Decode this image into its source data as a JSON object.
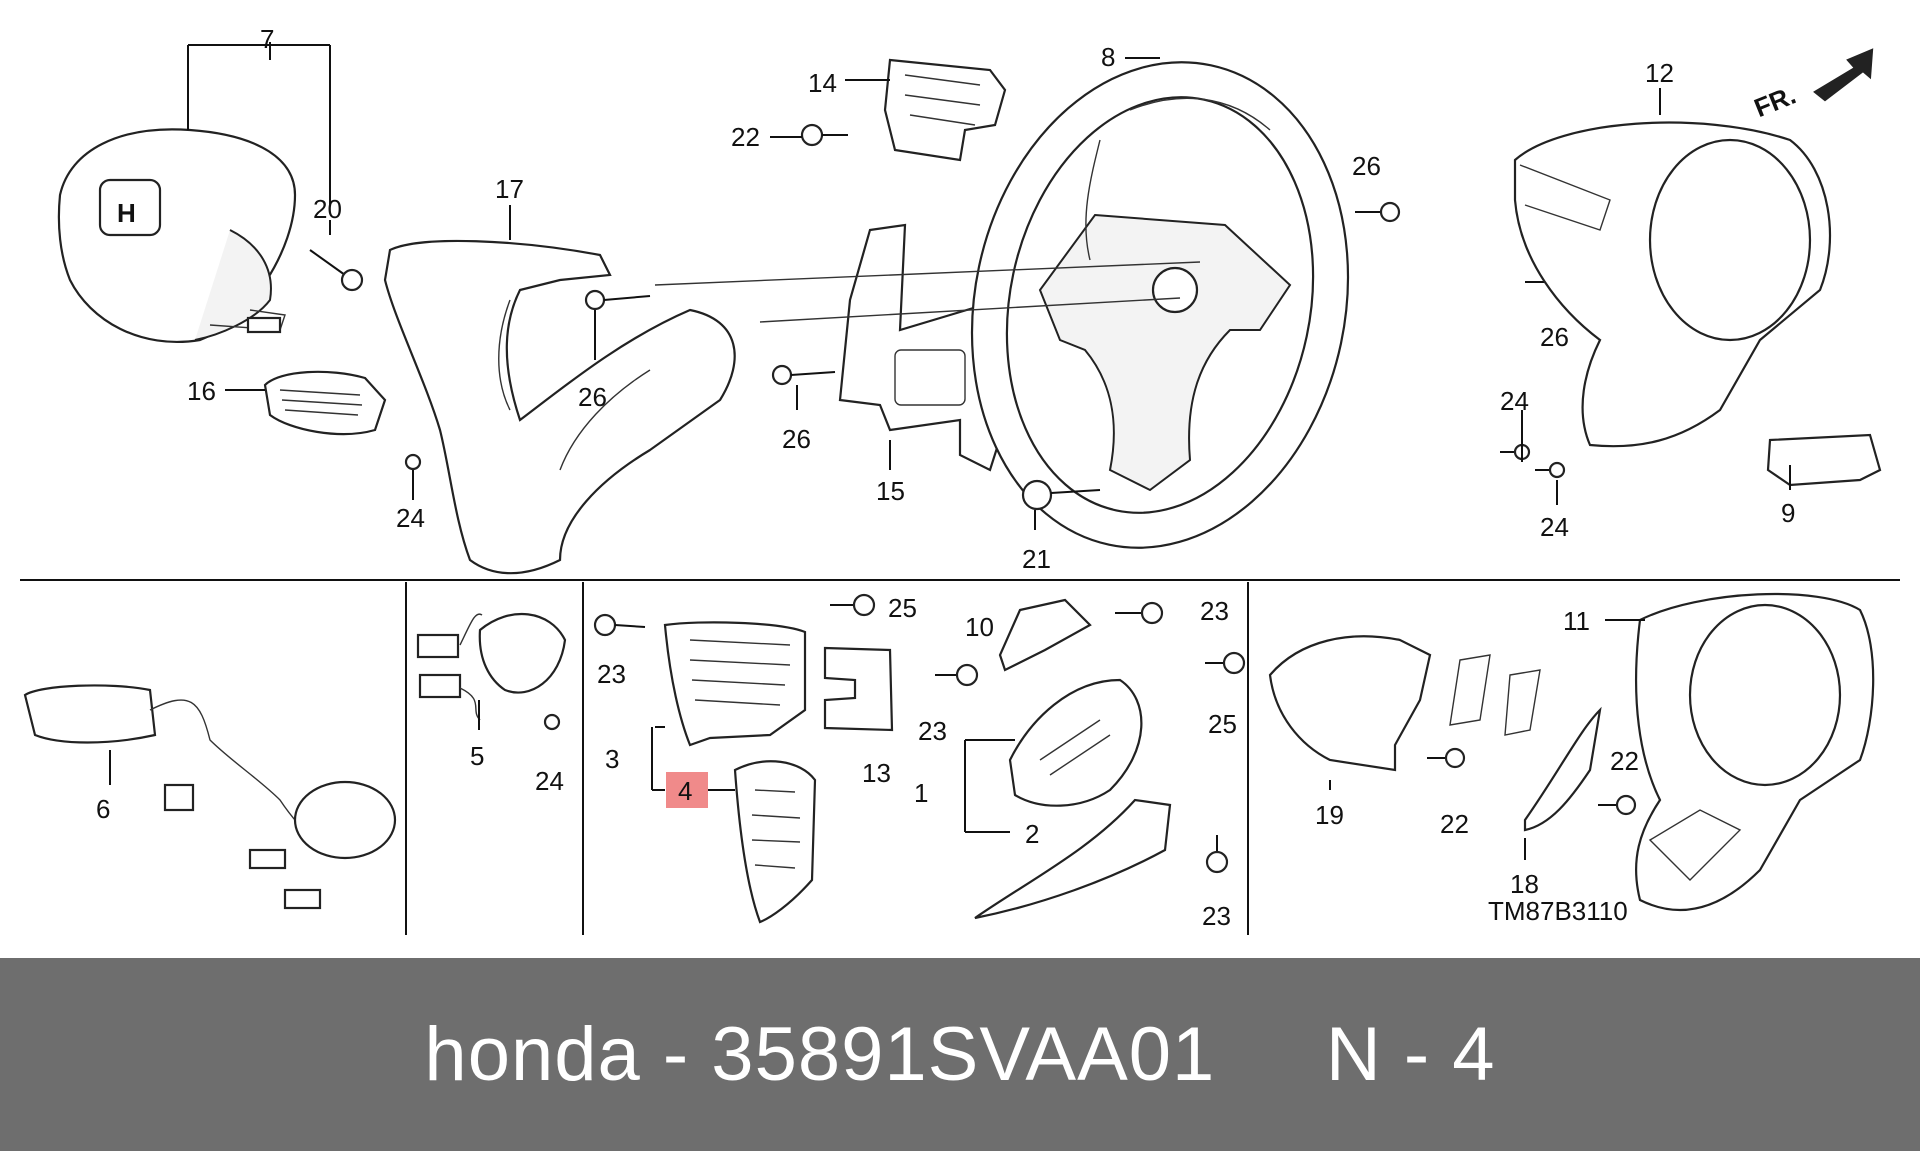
{
  "diagram": {
    "direction_indicator": "FR.",
    "diagram_code": "TM87B3110",
    "highlighted_callout": "4",
    "callouts": {
      "c1": "1",
      "c2": "2",
      "c3": "3",
      "c4": "4",
      "c5": "5",
      "c6": "6",
      "c7": "7",
      "c8": "8",
      "c9": "9",
      "c10": "10",
      "c11": "11",
      "c12": "12",
      "c13": "13",
      "c14": "14",
      "c15": "15",
      "c16": "16",
      "c17": "17",
      "c18": "18",
      "c19": "19",
      "c20": "20",
      "c21": "21",
      "c22a": "22",
      "c22b": "22",
      "c22c": "22",
      "c23a": "23",
      "c23b": "23",
      "c23c": "23",
      "c23d": "23",
      "c24a": "24",
      "c24b": "24",
      "c24c": "24",
      "c24d": "24",
      "c25a": "25",
      "c25b": "25",
      "c26a": "26",
      "c26b": "26",
      "c26c": "26",
      "c26d": "26"
    },
    "highlight_color": "#f08a8a"
  },
  "footer": {
    "caption": "honda - 35891SVAA01     N - 4"
  }
}
